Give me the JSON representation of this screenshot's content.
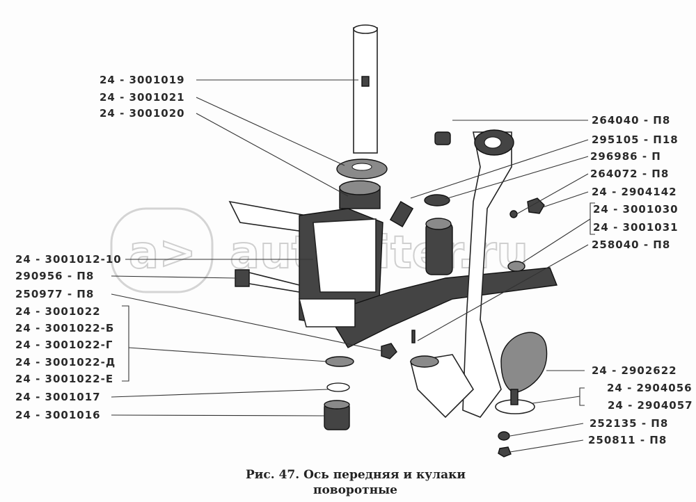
{
  "watermark": "autopiter.ru",
  "labels_left": [
    "24 - 3001019",
    "24 - 3001021",
    "24 - 3001020",
    "24 - 3001012-10",
    "290956 - П8",
    "250977 - П8",
    "24 - 3001022",
    "24 - 3001022-Б",
    "24 - 3001022-Г",
    "24 - 3001022-Д",
    "24 - 3001022-Е",
    "24 - 3001017",
    "24 - 3001016"
  ],
  "labels_right": [
    "264040 - П8",
    "295105 - П18",
    "296986 - П",
    "264072 - П8",
    "24 - 2904142",
    "24 - 3001030",
    "24 - 3001031",
    "258040 - П8",
    "24 - 2902622",
    "24 - 2904056",
    "24 - 2904057",
    "252135 - П8",
    "250811 - П8"
  ],
  "caption": {
    "line1": "Рис. 47. Ось передняя и кулаки",
    "line2": "поворотные"
  }
}
